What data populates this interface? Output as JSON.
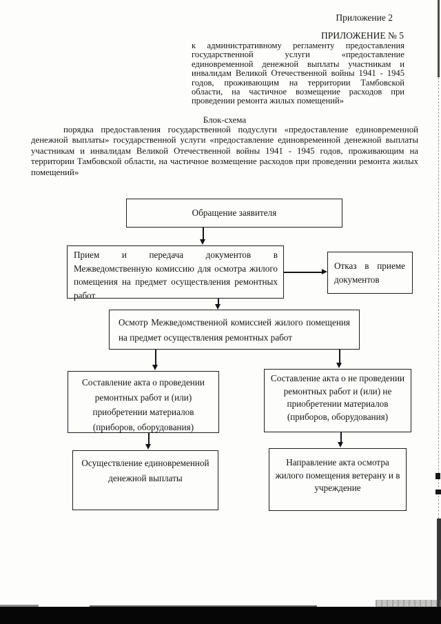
{
  "document": {
    "appendix_label": "Приложение 2",
    "appendix_number": "ПРИЛОЖЕНИЕ № 5",
    "regulation_paragraph": "к административному регламенту предоставления государственной услуги «предоставление единовременной денежной выплаты участникам и инвалидам Великой Отечественной войны 1941 - 1945 годов, проживающим на территории Тамбовской области, на частичное возмещение расходов при проведении ремонта жилых помещений»",
    "scheme_title": "Блок-схема",
    "scheme_description": "порядка предоставления государственной подуслуги «предоставление единовременной денежной выплаты» государственной услуги «предоставление единовременной денежной выплаты участникам и инвалидам Великой Отечественной войны 1941 - 1945 годов, проживающим на территории Тамбовской области, на частичное возмещение расходов при проведении ремонта жилых помещений»"
  },
  "flowchart": {
    "applicant_request": "Обращение заявителя",
    "documents_reception": "Прием и передача документов в Межведомственную комиссию для осмотра жилого помещения на предмет осуществления ремонтных работ",
    "refusal": "Отказ в приеме документов",
    "inspection": "Осмотр Межведомственной комиссией жилого помещения на предмет осуществления ремонтных работ",
    "act_repairs_done": "Составление акта о проведении ремонтных работ и (или) приобретении материалов (приборов, оборудования)",
    "act_repairs_not_done": "Составление акта о не проведении ремонтных работ и (или) не приобретении материалов (приборов, оборудования)",
    "payment": "Осуществление единовременной денежной выплаты",
    "act_dispatch": "Направление акта осмотра жилого помещения ветерану и в учреждение"
  },
  "colors": {
    "ink": "#1a1a1a",
    "page_background": "#fdfdfc",
    "scan_bar": "#060606"
  }
}
